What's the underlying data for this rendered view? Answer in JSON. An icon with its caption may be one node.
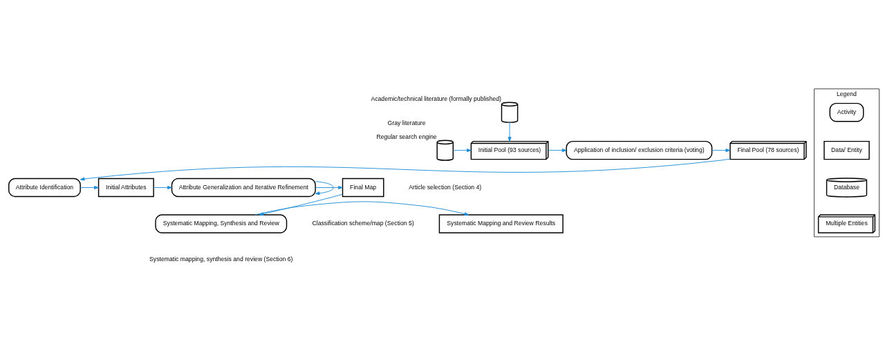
{
  "diagram": {
    "nodes": [
      {
        "text": [],
        "shape": "cylinder",
        "beside": [
          "Academic/technical literature (formally published)"
        ]
      },
      {
        "text": [],
        "shape": "cylinder",
        "beside": [
          "Gray literature",
          "Regular search engine"
        ]
      },
      {
        "text": [
          "Initial Pool (93 sources)"
        ]
      },
      {
        "text": [
          "Application of inclusion/ exclusion criteria (voting)"
        ]
      },
      {
        "text": [
          "Final Pool (78 sources)"
        ]
      },
      {
        "text": [
          "Attribute Identification"
        ]
      },
      {
        "text": [
          "Initial Attributes"
        ]
      },
      {
        "text": [
          "Attribute Generalization and Iterative Refinement"
        ]
      },
      {
        "text": [
          "Final Map"
        ]
      },
      {
        "text": [
          "Systematic Mapping, Synthesis and Review"
        ]
      },
      {
        "text": [
          "Systematic Mapping and Review Results"
        ]
      },
      {
        "text": [
          "Legend"
        ]
      },
      {
        "text": [
          "Activity"
        ],
        "in": 11
      },
      {
        "text": [
          "Data/ Entity"
        ],
        "in": 11
      },
      {
        "text": [
          "Database"
        ],
        "in": 11
      },
      {
        "text": [
          "Multiple Entities"
        ],
        "in": 11
      }
    ],
    "edges": [
      {
        "from": 0,
        "to": 2,
        "arrow": "to"
      },
      {
        "from": 1,
        "to": 2,
        "arrow": "to"
      },
      {
        "from": 2,
        "to": 3,
        "arrow": "to"
      },
      {
        "from": 3,
        "to": 4,
        "arrow": "to"
      },
      {
        "from": 4,
        "to": 5,
        "arrow": "to"
      },
      {
        "from": 5,
        "to": 6,
        "arrow": "to"
      },
      {
        "from": 6,
        "to": 7,
        "arrow": "to"
      },
      {
        "from": 7,
        "to": 7,
        "arrow": "to"
      },
      {
        "from": 7,
        "to": 8,
        "arrow": "to"
      },
      {
        "from": 8,
        "to": 9,
        "arrow": "to"
      },
      {
        "from": 9,
        "to": 10,
        "arrow": "to"
      }
    ],
    "labels": [
      "Article selection (Section 4)",
      "Classification scheme/map (Section 5)",
      "Systematic mapping, synthesis and review (Section 6)"
    ]
  }
}
